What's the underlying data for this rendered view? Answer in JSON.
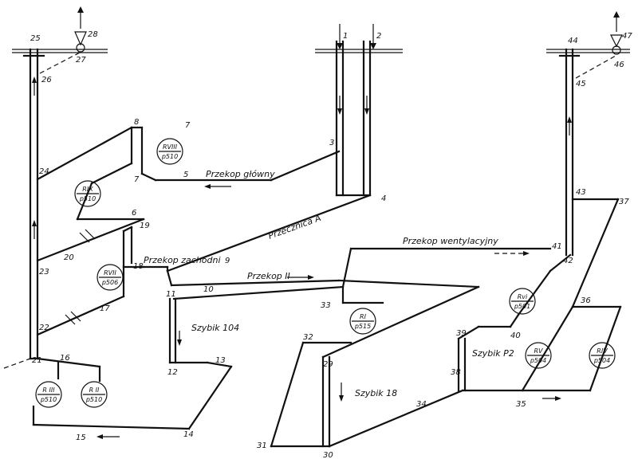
{
  "nodes": [
    "1",
    "2",
    "3",
    "4",
    "5",
    "6",
    "7",
    "7",
    "8",
    "9",
    "10",
    "11",
    "12",
    "13",
    "14",
    "15",
    "16",
    "17",
    "18",
    "19",
    "20",
    "21",
    "22",
    "23",
    "24",
    "25",
    "26",
    "27",
    "28",
    "29",
    "30",
    "31",
    "32",
    "33",
    "34",
    "35",
    "36",
    "37",
    "38",
    "39",
    "40",
    "41",
    "42",
    "43",
    "44",
    "45",
    "46",
    "47"
  ],
  "names": {
    "przekop_glowny": "Przekop główny",
    "przecznica_a": "Przecznica A",
    "przekop_zachodni": "Przekop zachodni",
    "przekop_ii": "Przekop II",
    "przekop_wentylacyjny": "Przekop wentylacyjny",
    "szybik_104": "Szybik 104",
    "szybik_18": "Szybik 18",
    "szybik_p2": "Szybik P2"
  },
  "regulators": [
    {
      "top": "RIX",
      "bottom": "p510"
    },
    {
      "top": "RVIII",
      "bottom": "p510"
    },
    {
      "top": "RVII",
      "bottom": "p506"
    },
    {
      "top": "R III",
      "bottom": "p510"
    },
    {
      "top": "R II",
      "bottom": "p510"
    },
    {
      "top": "RI",
      "bottom": "p515"
    },
    {
      "top": "Rvi",
      "bottom": "p501"
    },
    {
      "top": "RV",
      "bottom": "p504"
    },
    {
      "top": "RIV",
      "bottom": "p504"
    }
  ]
}
